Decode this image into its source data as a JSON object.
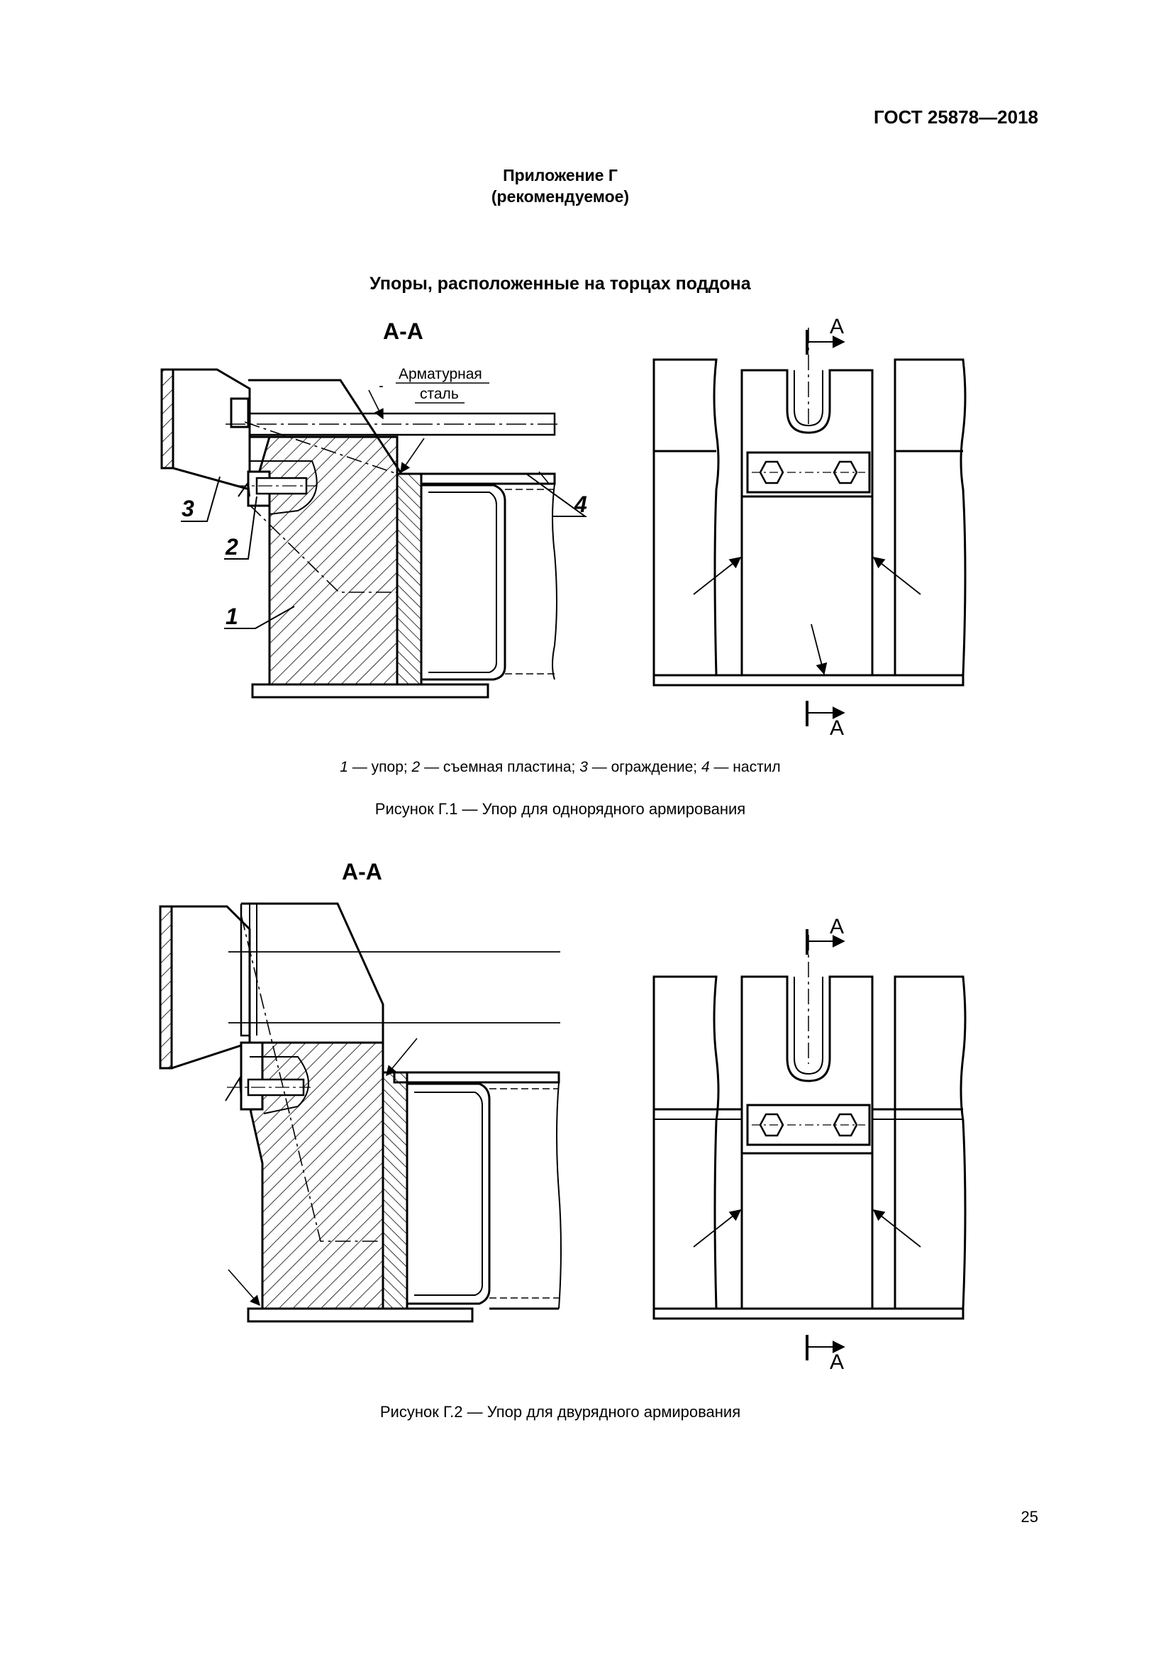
{
  "header": {
    "standard_code": "ГОСТ 25878—2018"
  },
  "appendix": {
    "title": "Приложение Г",
    "status": "(рекомендуемое)"
  },
  "section": {
    "title": "Упоры, расположенные на торцах поддона"
  },
  "figure1": {
    "section_view_label": "А-А",
    "cut_mark_label": "А",
    "material_label_line1": "Арматурная",
    "material_label_line2": "сталь",
    "callouts": [
      "1",
      "2",
      "3",
      "4"
    ],
    "legend": [
      {
        "num": "1",
        "text": " — упор; "
      },
      {
        "num": "2",
        "text": " — съемная пластина; "
      },
      {
        "num": "3",
        "text": " — ограждение; "
      },
      {
        "num": "4",
        "text": " — настил"
      }
    ],
    "caption": "Рисунок Г.1 — Упор для однорядного армирования"
  },
  "figure2": {
    "section_view_label": "А-А",
    "cut_mark_label": "А",
    "caption": "Рисунок Г.2 — Упор для двурядного армирования"
  },
  "page": {
    "number": "25"
  }
}
